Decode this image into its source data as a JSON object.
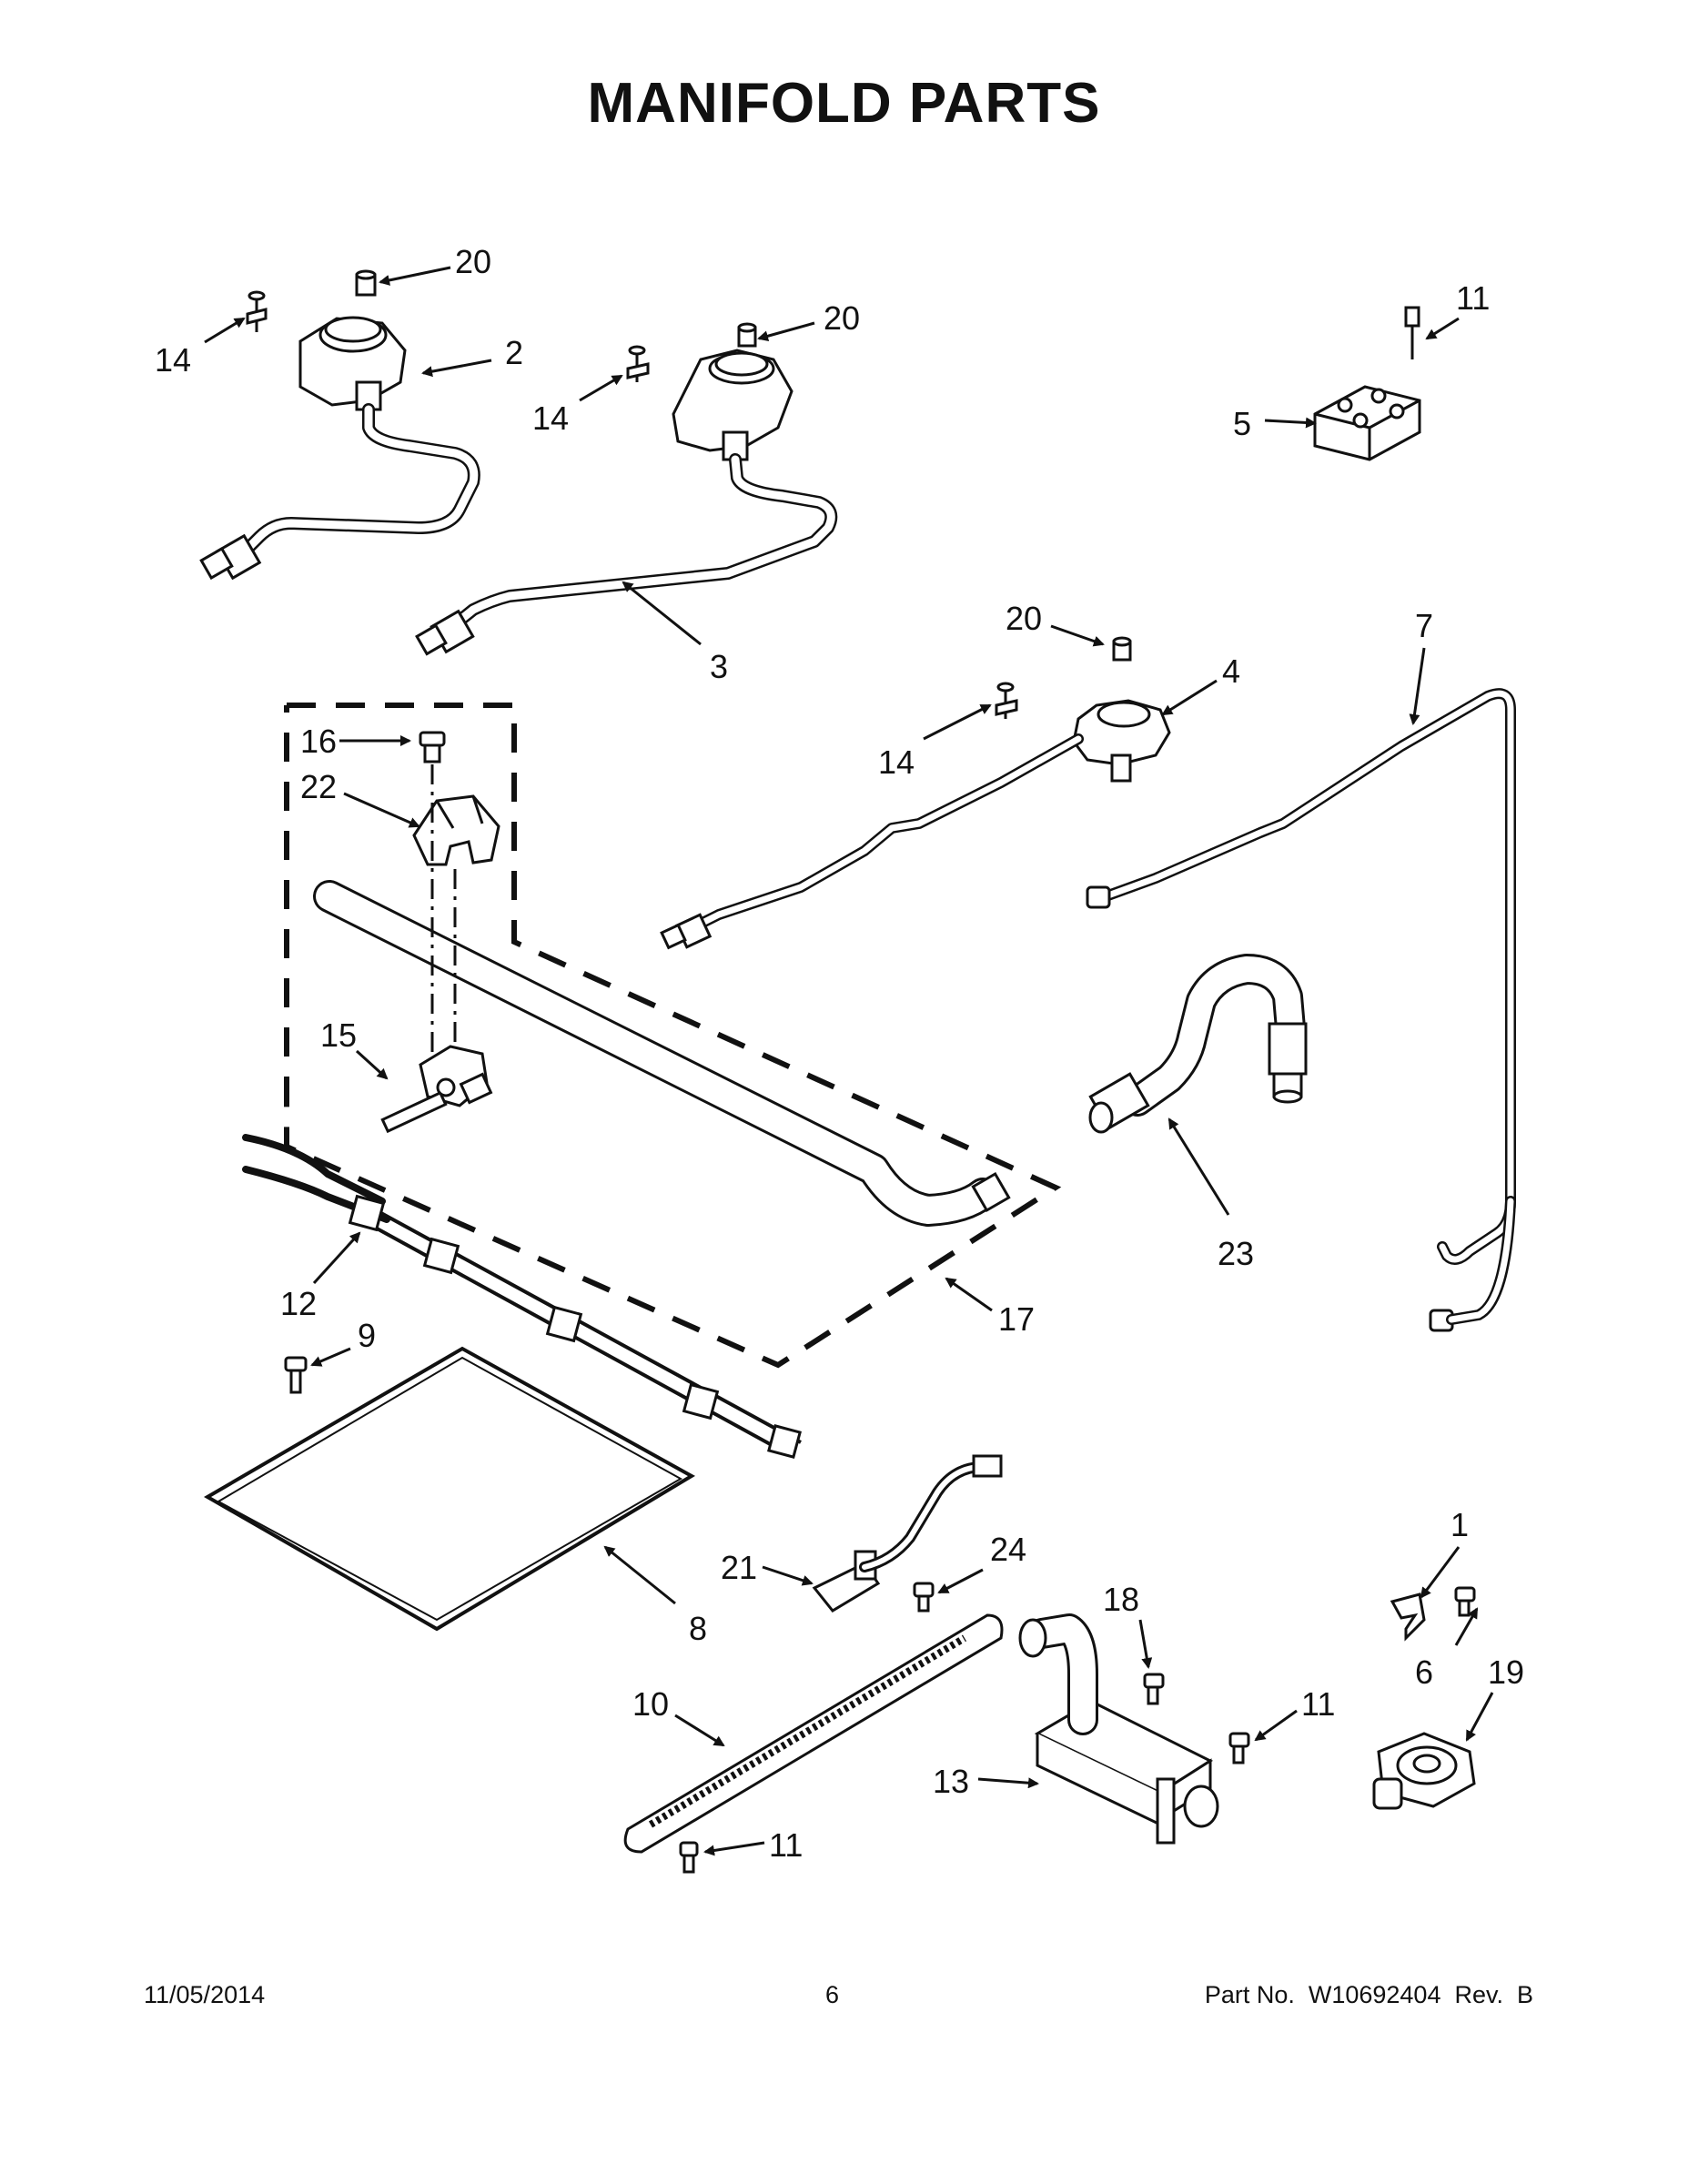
{
  "page": {
    "title": "MANIFOLD PARTS",
    "footer_date": "11/05/2014",
    "footer_page": "6",
    "footer_part": "Part No.  W10692404  Rev.  B"
  },
  "callouts": {
    "c20a": "20",
    "c2": "2",
    "c14a": "14",
    "c20b": "20",
    "c14b": "14",
    "c3": "3",
    "c11a": "11",
    "c5": "5",
    "c20c": "20",
    "c4": "4",
    "c7": "7",
    "c14c": "14",
    "c16": "16",
    "c22": "22",
    "c15": "15",
    "c23": "23",
    "c12": "12",
    "c17": "17",
    "c9": "9",
    "c8": "8",
    "c21": "21",
    "c24": "24",
    "c1": "1",
    "c18": "18",
    "c6": "6",
    "c19": "19",
    "c10": "10",
    "c11b": "11",
    "c13": "13",
    "c11c": "11"
  }
}
